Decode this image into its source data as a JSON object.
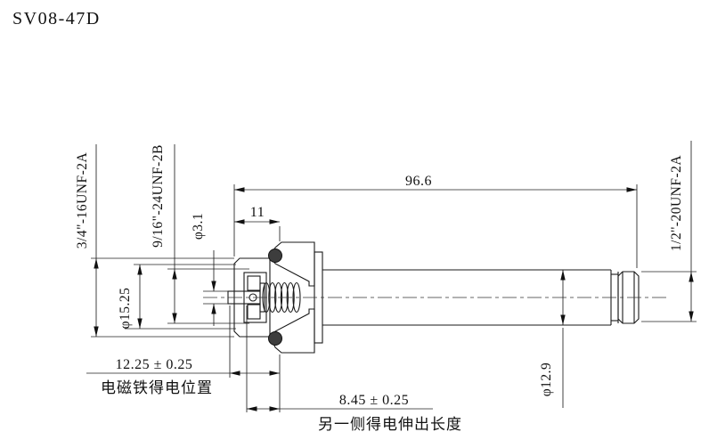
{
  "title": "SV08-47D",
  "drawing": {
    "dims": {
      "overall_length": "96.6",
      "cap_length": "11",
      "energized_position": "12.25 ± 0.25",
      "energized_position_note": "电磁铁得电位置",
      "other_side_extension": "8.45 ± 0.25",
      "other_side_extension_note": "另一侧得电伸出长度",
      "pin_diameter": "φ3.1",
      "body_diameter": "φ15.25",
      "tube_diameter": "φ12.9"
    },
    "threads": {
      "left": "3/4\"-16UNF-2A",
      "pilot": "9/16\"-24UNF-2B",
      "right": "1/2''-20UNF-2A"
    }
  }
}
